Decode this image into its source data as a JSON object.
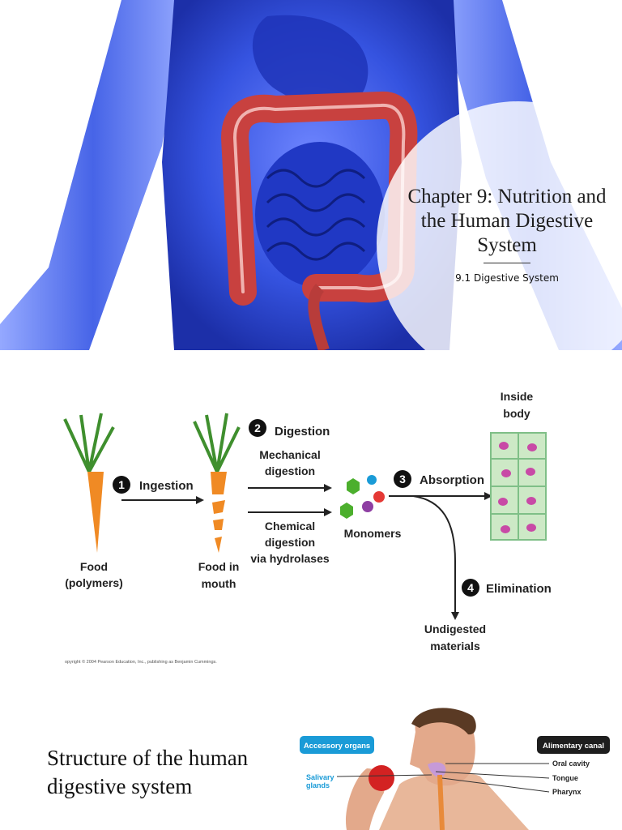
{
  "slide1": {
    "title": "Chapter 9: Nutrition and the Human Digestive System",
    "subtitle": "9.1 Digestive System"
  },
  "slide2": {
    "food_label_line1": "Food",
    "food_label_line2": "(polymers)",
    "step1": {
      "number": "1",
      "label": "Ingestion"
    },
    "food_in_mouth_line1": "Food in",
    "food_in_mouth_line2": "mouth",
    "step2": {
      "number": "2",
      "label": "Digestion"
    },
    "mechanical_line1": "Mechanical",
    "mechanical_line2": "digestion",
    "chemical_line1": "Chemical",
    "chemical_line2": "digestion",
    "chemical_line3": "via hydrolases",
    "monomers": "Monomers",
    "step3": {
      "number": "3",
      "label": "Absorption"
    },
    "inside_body_line1": "Inside",
    "inside_body_line2": "body",
    "step4": {
      "number": "4",
      "label": "Elimination"
    },
    "undigested_line1": "Undigested",
    "undigested_line2": "materials",
    "copyright": "opyright © 2004 Pearson Education, Inc., publishing as Benjamin Cummings."
  },
  "slide3": {
    "title": "Structure of the human digestive system",
    "accessory_organs": "Accessory organs",
    "alimentary_canal": "Alimentary canal",
    "salivary_line1": "Salivary",
    "salivary_line2": "glands",
    "oral_cavity": "Oral cavity",
    "tongue": "Tongue",
    "pharynx": "Pharynx"
  },
  "colors": {
    "body_blue": "#2a44d6",
    "colon_red": "#c8413f",
    "carrot_orange": "#f08a24",
    "leaf_green": "#3f8f2e",
    "accessory_blue": "#1a9bd7",
    "canal_dark": "#1e1e1e"
  }
}
